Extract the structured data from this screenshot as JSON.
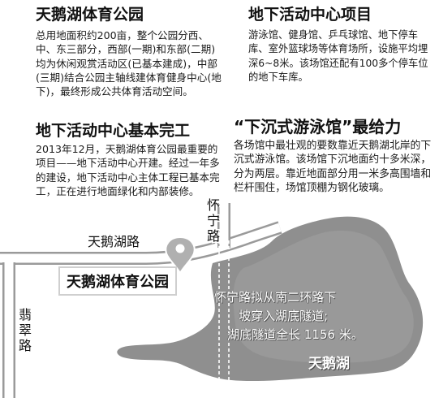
{
  "sections": {
    "park": {
      "title": "天鹅湖体育公园",
      "body": "总用地面积约200亩，整个公园分西、中、东三部分，西部(一期)和东部(二期)均为休闲观赏活动区(已基本建成)，中部(三期)结合公园主轴线建体育健身中心(地下)，最终形成公共体育活动空间。"
    },
    "underground_project": {
      "title": "地下活动中心项目",
      "body": "游泳馆、健身馆、乒乓球馆、地下停车库、室外篮球场等体育场所，设施平均埋深6~8米。该场馆还配有100多个停车位的地下车库。"
    },
    "underground_done": {
      "title": "地下活动中心基本完工",
      "body": "2013年12月，天鹅湖体育公园最重要的项目——地下活动中心开建。经过一年多的建设，地下活动中心主体工程已基本完工，正在进行地面绿化和内部装修。"
    },
    "pool": {
      "title": "“下沉式游泳馆”最给力",
      "body": "各场馆中最壮观的要数靠近天鹅湖北岸的下沉式游泳馆。该场馆下沉地面约十多米深，分为两层。靠近地面部分用一米多高围墙和栏杆围住，场馆顶棚为钢化玻璃。"
    }
  },
  "map": {
    "roads": {
      "tiane_road": "天鹅湖路",
      "huaining_road": "怀宁路",
      "feicui_road": "翡翠路"
    },
    "park_label": "天鹅湖体育公园",
    "lake_label": "天鹅湖",
    "tunnel_note": [
      "怀宁路拟从南二环路下",
      "坡穿入湖底隧道;",
      "湖底隧道全长 1156 米。"
    ],
    "marker_icon": "location-pin-icon"
  },
  "colors": {
    "lake": "#8f8f8f",
    "road_casing": "#9a9a9a",
    "background": "#ffffff"
  }
}
